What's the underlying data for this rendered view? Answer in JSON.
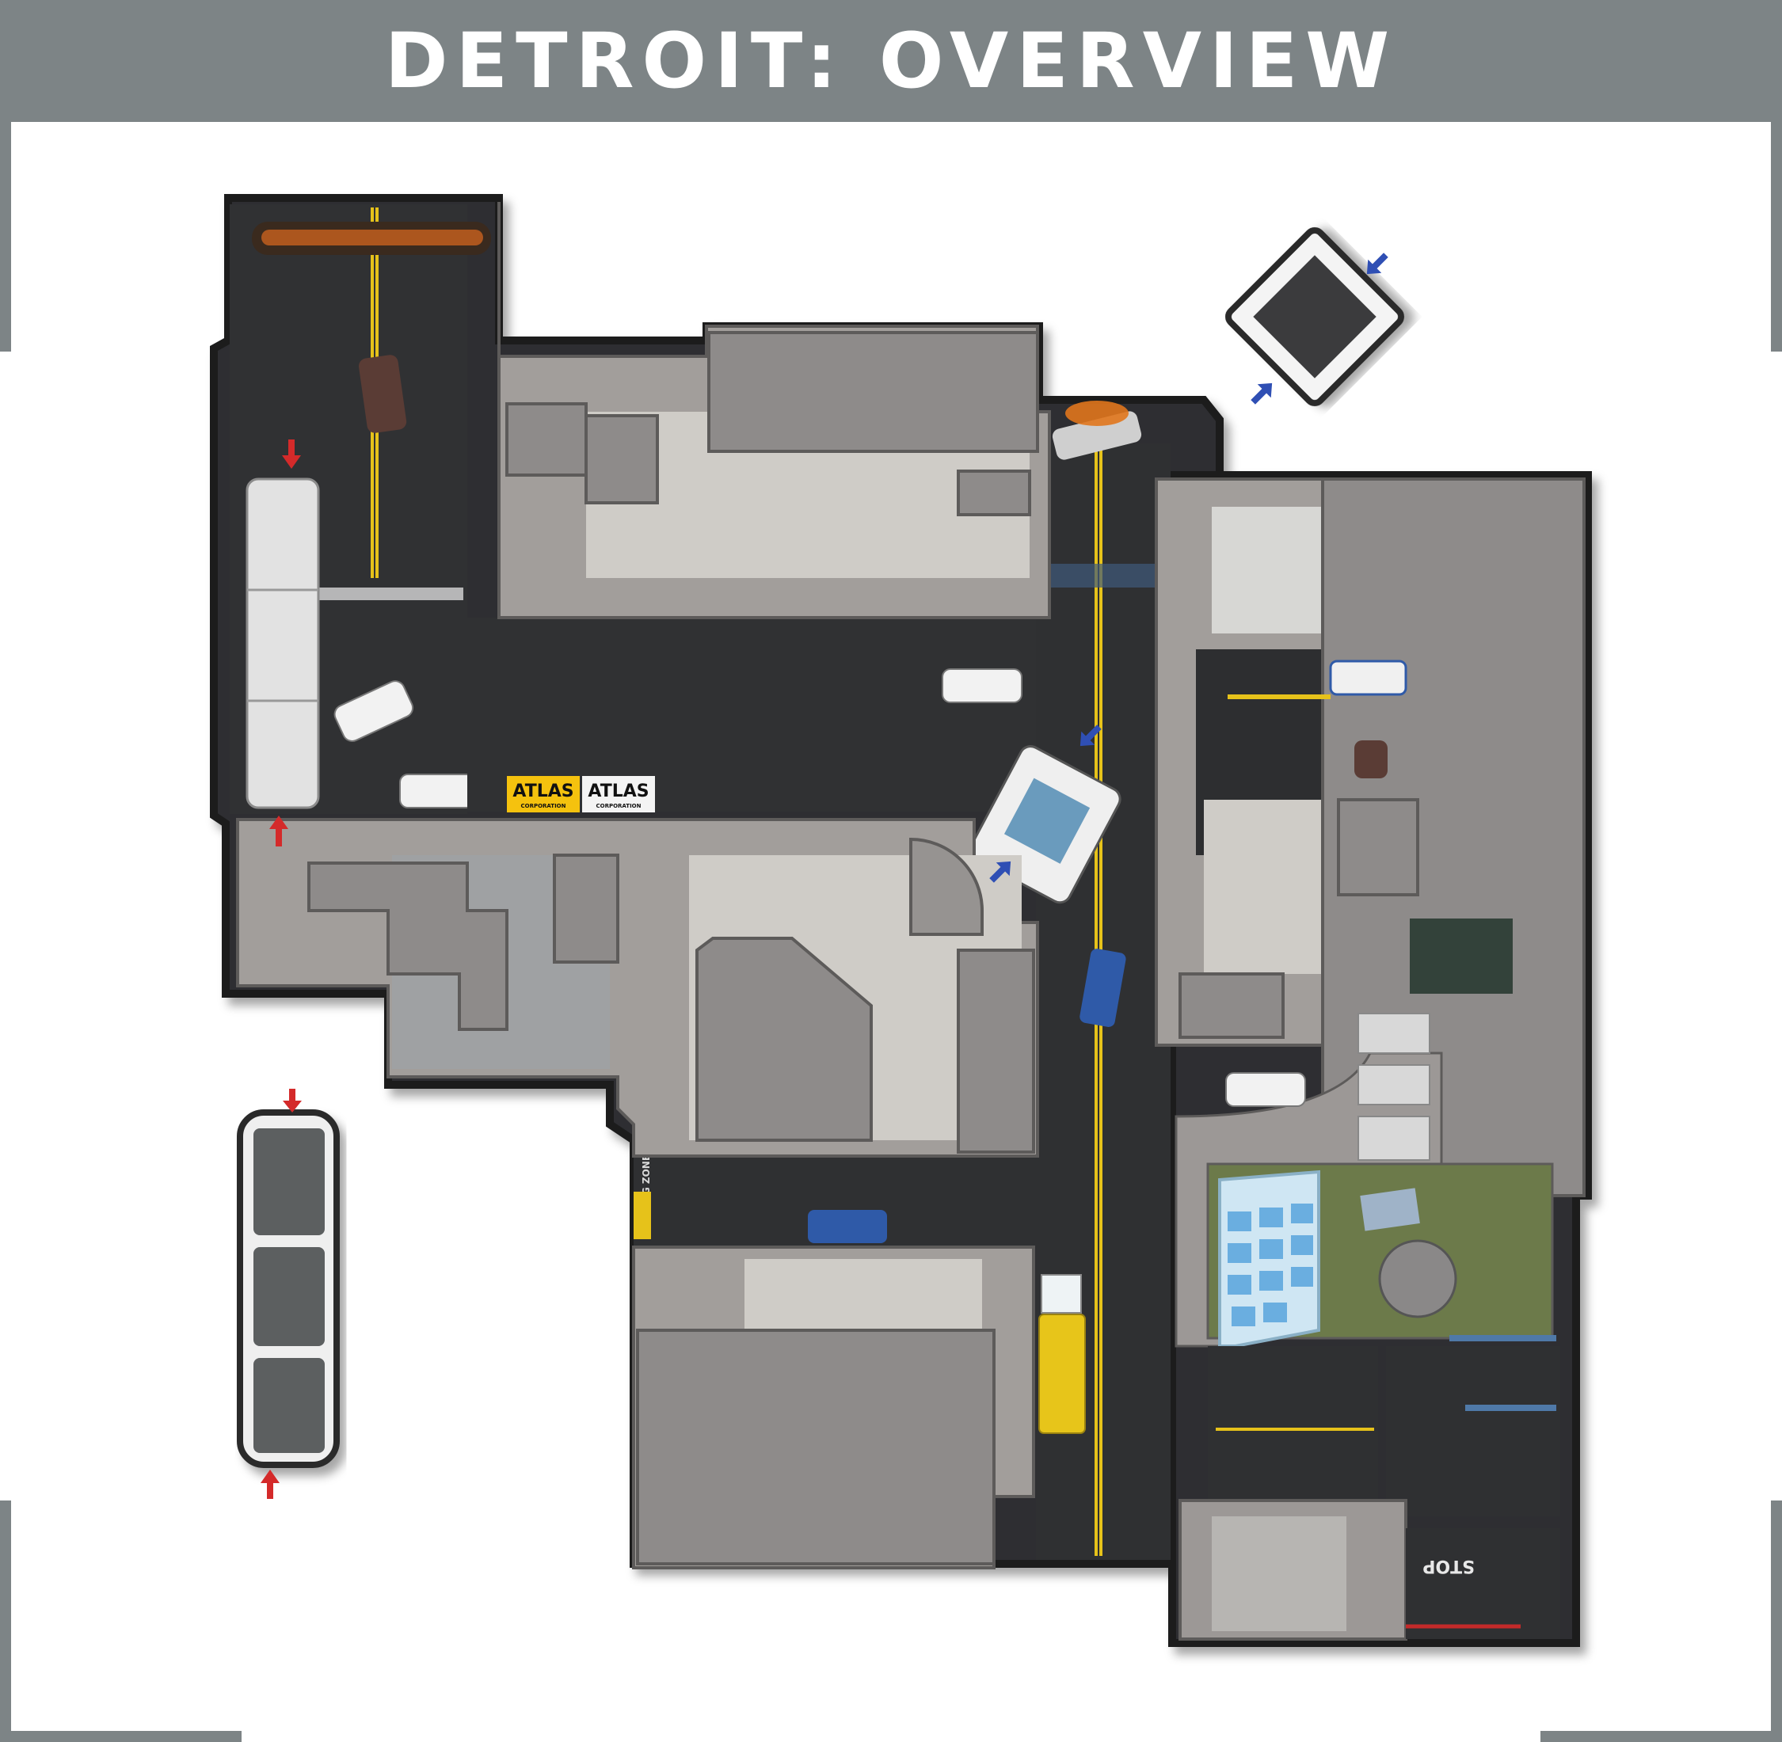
{
  "title": "DETROIT: OVERVIEW",
  "colors": {
    "header": "#7d8486",
    "background": "#ffffff",
    "road": "#2d2e30",
    "building_roof": "#8e8b8a",
    "sidewalk": "#9c9896",
    "interior_floor": "#c8c5c0",
    "lane_marking": "#e6c21a",
    "entry_arrow_red": "#d42a2a",
    "entry_arrow_blue": "#2f4fb4",
    "atlas_yellow": "#f5c20e",
    "grass": "#6c7a4a",
    "fire": "#e0761c"
  },
  "signs": {
    "atlas_word": "ATLAS",
    "atlas_sub": "CORPORATION",
    "loading_zone": "LOADING ZONE",
    "stop": "STOP"
  },
  "icons": {
    "entry_red": "arrow-icon",
    "entry_blue": "arrow-icon",
    "fire": "fire-icon",
    "tree": "tree-icon"
  }
}
